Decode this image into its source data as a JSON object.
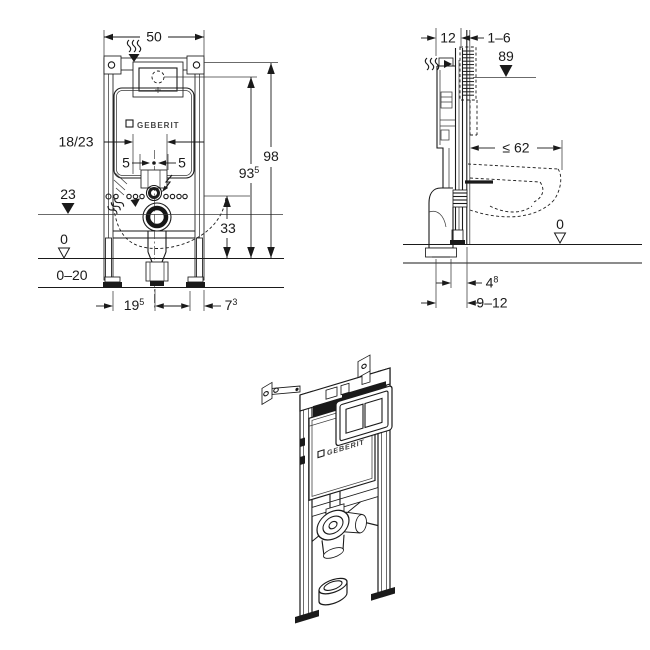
{
  "drawing": {
    "background": "#ffffff",
    "line_color": "#1a1a1a",
    "brand": "GEBERIT"
  },
  "front_view": {
    "logo": "GEBERIT",
    "dim_width_top": "50",
    "dim_height_overall": "98",
    "dim_height_actuation": {
      "main": "93",
      "sup": "5"
    },
    "dim_offset_label": "18/23",
    "dim_adjust_left": "5",
    "dim_adjust_right": "5",
    "dim_supply_height": "23",
    "dim_floor_zero": "0",
    "dim_floor_range": "0–20",
    "dim_outlet_height": "33",
    "dim_bottom_left": {
      "main": "19",
      "sup": "5"
    },
    "dim_bottom_right": {
      "main": "7",
      "sup": "3"
    }
  },
  "side_view": {
    "dim_frame_depth": "12",
    "dim_wall_gap": "1–6",
    "dim_actuator_height": "89",
    "dim_bowl_depth_max": "≤ 62",
    "dim_floor_zero": "0",
    "dim_outlet_offset": {
      "main": "4",
      "sup": "8"
    },
    "dim_outlet_range": "9–12"
  },
  "iso_view": {
    "logo": "GEBERIT"
  }
}
